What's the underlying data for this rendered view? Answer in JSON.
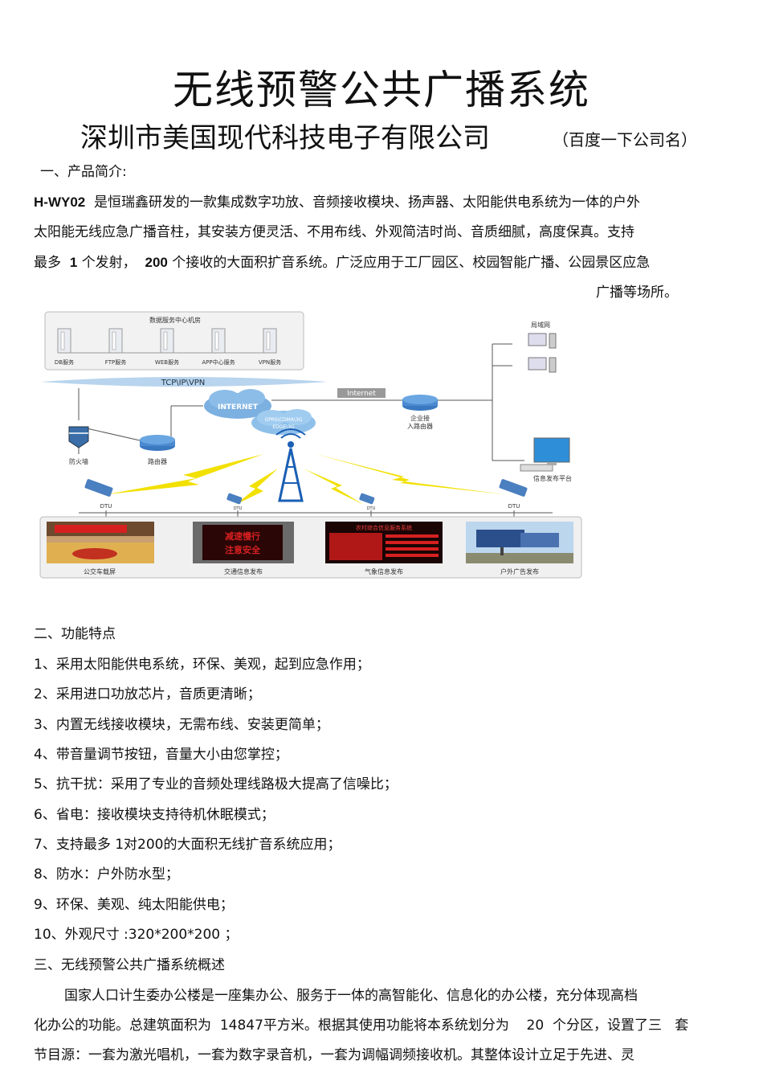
{
  "title": "无线预警公共广播系统",
  "company": "深圳市美国现代科技电子有限公司",
  "company_hint": "（百度一下公司名）",
  "section1": {
    "heading": "一、产品简介:",
    "model": "H-WY02",
    "para_line1": "是恒瑞鑫研发的一款集成数字功放、音频接收模块、扬声器、太阳能供电系统为一体的户外",
    "para_line2": "太阳能无线应急广播音柱，其安装方便灵活、不用布线、外观简洁时尚、音质细腻，高度保真。支持",
    "para_line3a": "最多",
    "para_line3b": "1",
    "para_line3c": "个发射，",
    "para_line3d": "200",
    "para_line3e": "个接收的大面积扩音系统。广泛应用于工厂园区、校园智能广播、公园景区应急",
    "para_line4": "广播等场所。"
  },
  "diagram": {
    "center_title": "数据服务中心机房",
    "servers": [
      "DB服务",
      "FTP服务",
      "WEB服务",
      "APP中心服务",
      "VPN服务"
    ],
    "network_bar": "TCP\\IP\\VPN",
    "internet_label": "Internet",
    "cloud1": "INTERNET",
    "cloud2_line1": "GPRS\\CDMA\\3G",
    "cloud2_line2": "EDGE\\3G",
    "firewall": "防火墙",
    "router": "路由器",
    "enterprise_router_line1": "企业接",
    "enterprise_router_line2": "入路由器",
    "lan": "局域网",
    "publish_platform": "信息发布平台",
    "dtu_labels": [
      "DTU",
      "DTU",
      "DTU",
      "DTU"
    ],
    "panels": [
      "公交车载屏",
      "交通信息发布",
      "气象信息发布",
      "户外广告发布"
    ],
    "panel2_text": [
      "减速慢行",
      "注意安全"
    ],
    "panel3_title": "农村综合信息服务系统",
    "colors": {
      "led_red": "#d62020",
      "led_bg": "#2a0606",
      "bar_blue": "#b8d4ee",
      "bolt": "#f2e000"
    }
  },
  "section2": {
    "heading": "二、功能特点",
    "items": [
      "1、采用太阳能供电系统，环保、美观，起到应急作用；",
      "2、采用进口功放芯片，音质更清晰；",
      "3、内置无线接收模块，无需布线、安装更简单；",
      "4、带音量调节按钮，音量大小由您掌控；",
      "5、抗干扰：采用了专业的音频处理线路极大提高了信噪比；",
      "6、省电：接收模块支持待机休眠模式；",
      "7、支持最多 1对200的大面积无线扩音系统应用；",
      "8、防水：户外防水型；",
      "9、环保、美观、纯太阳能供电；",
      "10、外观尺寸 :320*200*200 ；"
    ]
  },
  "section3": {
    "heading": "三、无线预警公共广播系统概述",
    "line1": "国家人口计生委办公楼是一座集办公、服务于一体的高智能化、信息化的办公楼，充分体现高档",
    "line2a": "化办公的功能。总建筑面积为",
    "line2b": "14847",
    "line2c": "平方米。根据其使用功能将本系统划分为",
    "line2d": "20",
    "line2e": "个分区，设置了三",
    "line2f": "套",
    "line3": "节目源：一套为激光唱机，一套为数字录音机，一套为调幅调频接收机。其整体设计立足于先进、灵"
  }
}
